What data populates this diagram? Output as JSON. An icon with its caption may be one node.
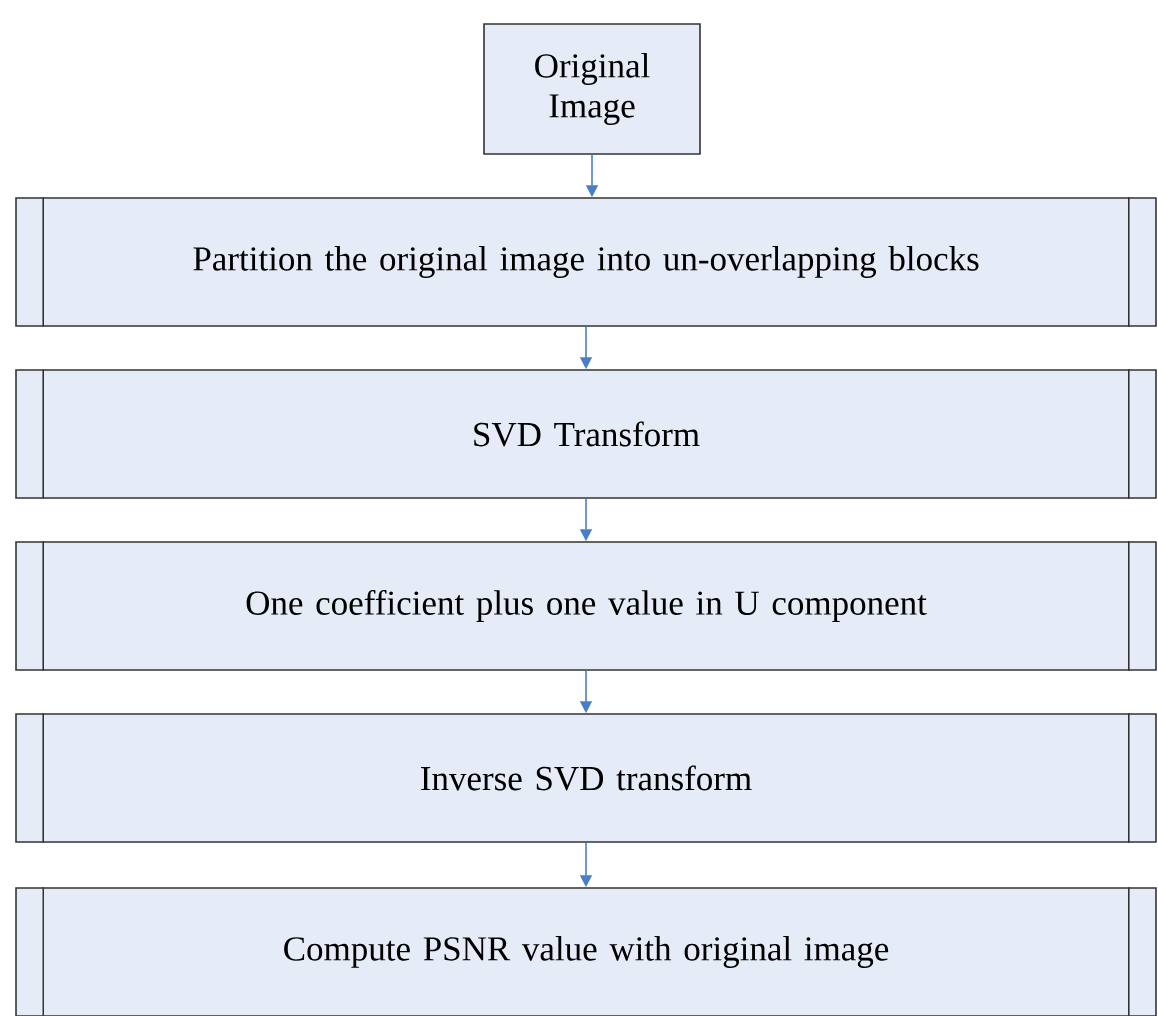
{
  "diagram": {
    "nodes": [
      {
        "text": [
          "Original Image"
        ]
      },
      {
        "text": [
          "Partition the original image into un-overlapping blocks"
        ]
      },
      {
        "text": [
          "SVD Transform"
        ]
      },
      {
        "text": [
          "One coefficient plus one value in U component"
        ]
      },
      {
        "text": [
          "Inverse SVD transform"
        ]
      },
      {
        "text": [
          "Compute PSNR value with original image"
        ]
      }
    ],
    "edges": [
      {
        "from": 0,
        "to": 1,
        "arrow": "to"
      },
      {
        "from": 1,
        "to": 2,
        "arrow": "to"
      },
      {
        "from": 2,
        "to": 3,
        "arrow": "to"
      },
      {
        "from": 3,
        "to": 4,
        "arrow": "to"
      },
      {
        "from": 4,
        "to": 5,
        "arrow": "to"
      }
    ]
  }
}
